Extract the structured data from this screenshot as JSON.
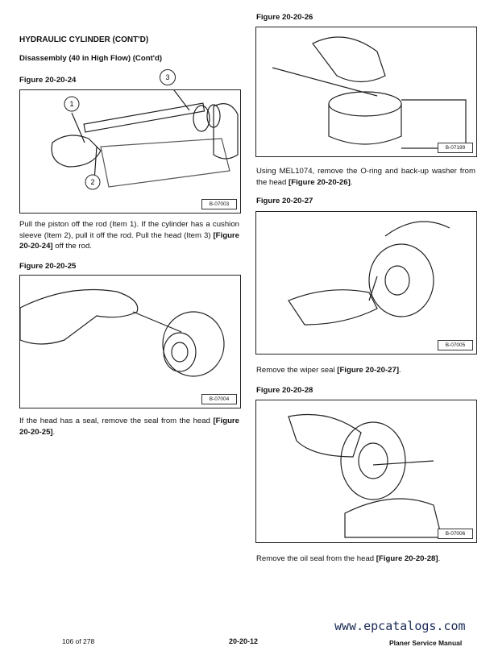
{
  "left": {
    "title": "HYDRAULIC CYLINDER (CONT'D)",
    "subtitle": "Disassembly (40 in High Flow) (Cont'd)",
    "fig24": {
      "label": "Figure 20-20-24",
      "code": "B-07003",
      "callouts": [
        "1",
        "2",
        "3"
      ]
    },
    "para1_a": "Pull the piston off the rod (Item 1). If the cylinder has a cushion sleeve (Item 2), pull it off the rod. Pull the head (Item 3) ",
    "para1_ref": "[Figure 20-20-24]",
    "para1_b": " off the rod.",
    "fig25": {
      "label": "Figure 20-20-25",
      "code": "B-07004"
    },
    "para2_a": "If the head has a seal, remove the seal from the head ",
    "para2_ref": "[Figure 20-20-25]",
    "para2_b": "."
  },
  "right": {
    "fig26": {
      "label": "Figure 20-20-26",
      "code": "B-07199"
    },
    "para3_a": "Using MEL1074, remove the O-ring and back-up washer from the head ",
    "para3_ref": "[Figure 20-20-26]",
    "para3_b": ".",
    "fig27": {
      "label": "Figure 20-20-27",
      "code": "B-07005"
    },
    "para4_a": "Remove the wiper seal ",
    "para4_ref": "[Figure 20-20-27]",
    "para4_b": ".",
    "fig28": {
      "label": "Figure 20-20-28",
      "code": "B-07006"
    },
    "para5_a": "Remove the oil seal from the head ",
    "para5_ref": "[Figure 20-20-28]",
    "para5_b": "."
  },
  "footer": {
    "page": "106 of 278",
    "section": "20-20-12",
    "manual": "Planer Service Manual",
    "watermark": "www.epcatalogs.com"
  }
}
